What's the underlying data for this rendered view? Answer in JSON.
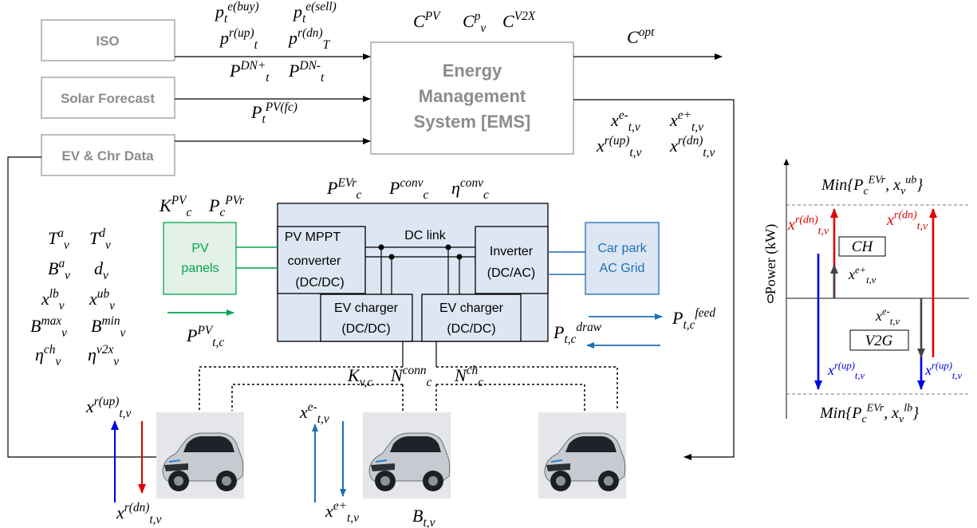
{
  "inputs": {
    "iso": "ISO",
    "solar": "Solar Forecast",
    "ev_data": "EV & Chr Data"
  },
  "ems": {
    "line1": "Energy",
    "line2": "Management",
    "line3": "System [EMS]"
  },
  "ems_params": {
    "c_pv": "C^{PV}",
    "c_pv2": "C^{p}_{v}",
    "c_v2x": "C^{V2X}",
    "c_opt": "C^{opt}"
  },
  "iso_signals": {
    "p_buy": "p_{t}^{e(buy)}",
    "p_sell": "p_{t}^{e(sell)}",
    "p_rup": "p^{r(up)}_{t}",
    "p_rdn": "p^{r(dn)}_{T}",
    "p_dnplus": "P^{DN+}_{t}",
    "p_dnminus": "P^{DN-}_{t}"
  },
  "solar_signal": "P_{t}^{PV(fc)}",
  "ems_outputs": {
    "xe_minus": "x^{e-}_{t,v}",
    "xe_plus": "x^{e+}_{t,v}",
    "xr_up": "x^{r(up)}_{t,v}",
    "xr_dn": "x^{r(dn)}_{t,v}"
  },
  "converter_params": {
    "p_evr": "P^{EVr}_{c}",
    "p_conv": "P^{conv}_{c}",
    "eta_conv": "η^{conv}_{c}"
  },
  "pv_params": {
    "k_pv": "K^{PV}_{c}",
    "p_pvr": "P_{c}^{PVr}"
  },
  "blocks": {
    "pv_panels": [
      "PV",
      "panels"
    ],
    "mppt": [
      "PV MPPT",
      "converter",
      "(DC/DC)"
    ],
    "dc_link": "DC link",
    "inverter": [
      "Inverter",
      "(DC/AC)"
    ],
    "ev_charger1": [
      "EV charger",
      "(DC/DC)"
    ],
    "ev_charger2": [
      "EV charger",
      "(DC/DC)"
    ],
    "car_park": [
      "Car park",
      "AC Grid"
    ]
  },
  "ev_params": [
    [
      "T^{a}_{v}",
      "T^{d}_{v}"
    ],
    [
      "B^{a}_{v}",
      "d_{v}"
    ],
    [
      "x^{lb}_{v}",
      "x^{ub}_{v}"
    ],
    [
      "B^{max}_{v}",
      "B^{min}_{v}"
    ],
    [
      "η^{ch}_{v}",
      "η^{v2x}_{v}"
    ]
  ],
  "flows": {
    "p_pv": "P^{PV}_{t,c}",
    "p_feed": "P_{t,c}^{feed}",
    "p_draw": "P_{t,c}^{draw}"
  },
  "connection_params": {
    "k": "K_{v,c}",
    "n_conn": "N^{conn}_{c}",
    "n_ch": "N^{ch}_{c}"
  },
  "vehicle_signals": {
    "xr_up": "x^{r(up)}_{t,v}",
    "xr_dn": "x^{r(dn)}_{t,v}",
    "xe_minus": "x^{e-}_{t,v}",
    "xe_plus": "x^{e+}_{t,v}",
    "b": "B_{t,v}"
  },
  "power_chart": {
    "ylabel": "Power (kW)",
    "zero": "0",
    "top_label": "Min{P_{c}^{EVr}, x_{v}^{ub}}",
    "bottom_label": "Min{P_{c}^{EVr}, x_{v}^{lb}}",
    "ch": "CH",
    "v2g": "V2G",
    "xr_dn_a": "x^{r(dn)}_{t,v}",
    "xr_dn_b": "x^{r(dn)}_{t,v}",
    "xe_plus": "x^{e+}_{t,v}",
    "xe_minus": "x^{e-}_{t,v}",
    "xr_up_a": "x^{r(up)}_{t,v}",
    "xr_up_b": "x^{r(up)}_{t,v}"
  },
  "colors": {
    "green": "#00a550",
    "blue": "#1f6fb5",
    "red": "#e00000",
    "deep_blue": "#0000e0",
    "box_fill": "#dde6f3"
  }
}
